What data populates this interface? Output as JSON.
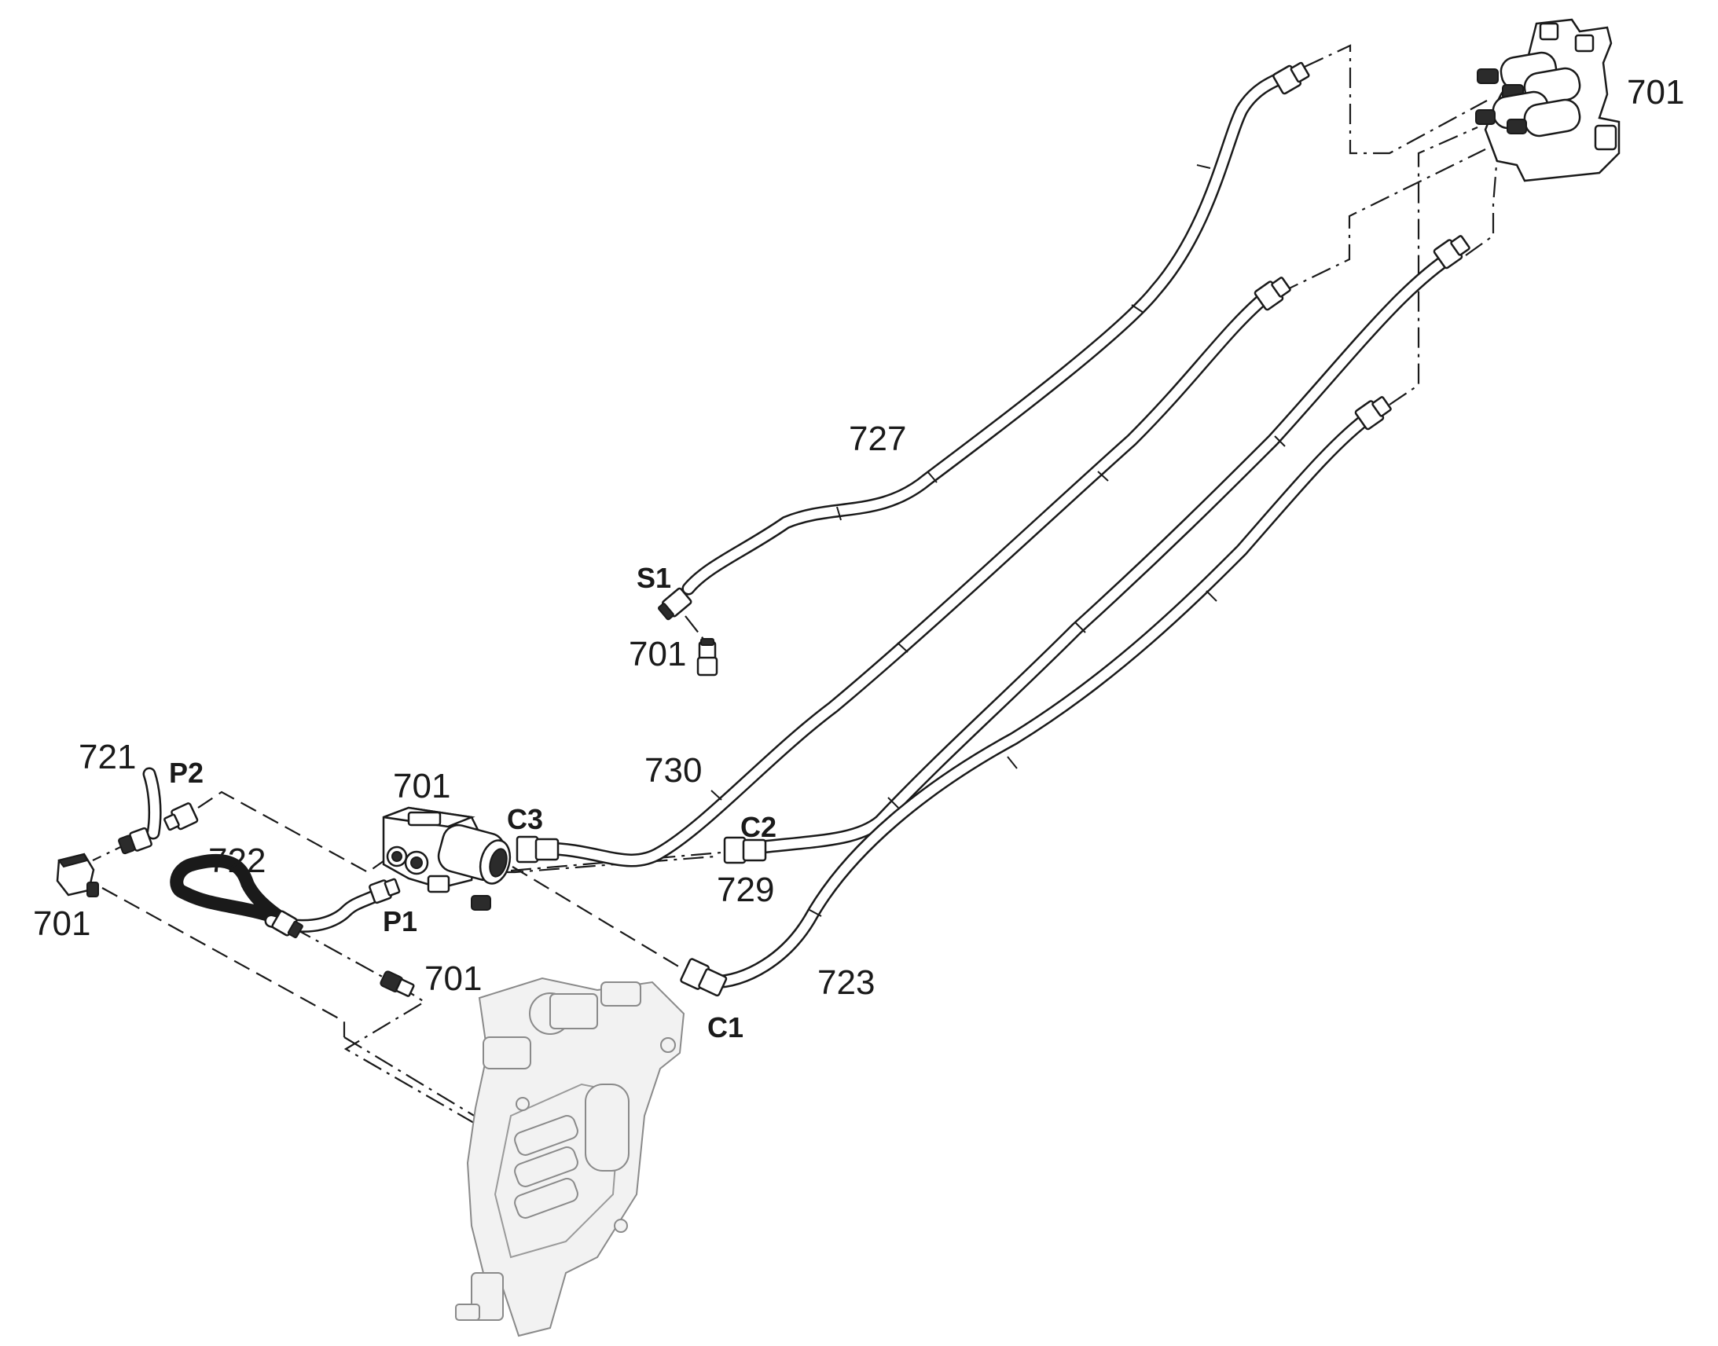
{
  "callouts": {
    "valve_block_top_right": "701",
    "hose_727": "727",
    "hose_730": "730",
    "hose_729": "729",
    "hose_723": "723",
    "elbow_s1": "701",
    "valve_center": "701",
    "tube_721": "721",
    "tube_722": "722",
    "fitting_left": "701",
    "fitting_bottom": "701"
  },
  "ports": {
    "s1": "S1",
    "p2": "P2",
    "p1": "P1",
    "c3": "C3",
    "c2": "C2",
    "c1": "C1"
  },
  "icons": {
    "valve_block": "solenoid-valve-block-icon",
    "center_valve": "solenoid-valve-icon",
    "manifold_plate": "valve-manifold-plate-icon",
    "fittings": "hose-fitting-icon"
  },
  "colors": {
    "line": "#1a1a1a",
    "background": "#ffffff",
    "ghost_part": "#9a9a9a"
  }
}
